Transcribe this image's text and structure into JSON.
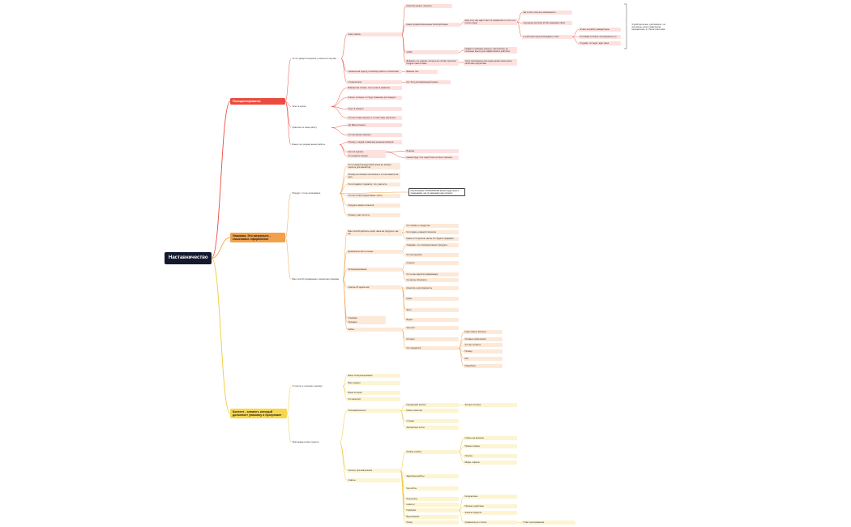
{
  "root": "Наставничество",
  "b_red": "Позиционирование",
  "b_orange": "Упаковка. Это визуально - смысловое оформление",
  "b_yellow": "Контент - элемент, который дополняет упаковку и прогревает",
  "red": {
    "r1": "То что увидят интересно у клиента в лид-маг",
    "r2": "Кому помочь",
    "r3": "Какие профессиональные боли/проблемы",
    "r4": "Качество жизни, личность",
    "r5": "кому хочу нас дарит свет по профессии то кто-то их ссылк уходит",
    "r6": "как хотите получить возможность",
    "r7": "ощущения кругозор 10 баз задачами своих",
    "r8": "а участники сразу благодарите тоже",
    "r9": "Я шел на работу каждый день",
    "r10": "Я словам остались потенциально и я",
    "r11": "Я думая, что ждет, ждет меня",
    "r12": "Я действительно чувствовала, что моя жизнь шла в правильном направлении, и я была счастлива",
    "r13": "хобби",
    "r14": "Найдите проблему клиента, настройтесь на полезные мысли для эффективного действия",
    "r15": "Добавьте эту неделю, которую вы готовы прислать в адрес своего мимо",
    "r16": "тихое приложение для пруда делает ваше дело, любя ваш подписчика",
    "r17": "Уникальный подход / в выборе работы и клиентами",
    "r18": "Важные тем",
    "r19": "Сторителлинг",
    "r20": "Кто Ты в долговременной жизни",
    "r21": "Опыт в целом",
    "r22": "Важная как плохие, так и успех в развитии",
    "r23": "Клиент, которые что будут важными для каждого",
    "r24": "Опыт в области",
    "r25": "Что вы готовы научить и что вас чему научиться",
    "r26": "Практики по свою работу",
    "r27": "ЦА Ваши клиенты",
    "r28": "Кто интересен сможете",
    "r29": "Важно ли продажи вашей работы",
    "r30": "Почему у людей к заказчику решение вопроса",
    "r31": "Как это сделать",
    "r32": "В жизни",
    "r33": "Какими будут эти люди? Как это было описано",
    "r34": "Что кидаете продукт"
  },
  "orange": {
    "o1": "Продукт / что вы описываете",
    "o2": "Что в каждой продуктовой линии вы можете сделать для вашей ЦА",
    "o3": "Почему вы сможете им помочь и что вы можете им дать",
    "o4": "Что в подвиге / подкасте, что у вас есть",
    "o5": "Что вы готовы предоставить за это",
    "o6": "Продукты ваших клиентов",
    "o7": "Почему у вас это есть",
    "o8": "Ваш способ продвижения, конкретная упаковка",
    "o9": "Ваш способ работать через такие же продукты, как вы",
    "o10": "Что сказать о продуктах",
    "o11": "Что подать о вашей стратегии",
    "o12": "Какие-то 5 пунктов, как вы это будете продавать",
    "o13": "Доказательства и отзывы",
    "o14": "Упаковка - это описание вашего продукта",
    "o15": "Что вы сделали",
    "o16": "Позиционирование",
    "o17": "Соцсети",
    "o18": "Что не вы научили информации",
    "o19": "Се как вы объясните",
    "o20": "Сам вы об одном шаг",
    "o21": "Качество и достоверность",
    "o22": "Цены",
    "o23": "Фото",
    "o24": "Видео",
    "o25": "Кейсы",
    "o26": "Чек-лист",
    "o27": "Истории",
    "o28": "Что ожидается",
    "o29": "Кому помочь быстрее",
    "o30": "Оставьте свой вопрос",
    "o31": "Что вы считаете",
    "o32": "Почему",
    "o33": "Как",
    "o34": "Подробнее",
    "o35": "Упаковка",
    "o36": "Продажа",
    "note": "Прописываем СТРАХИ/БОЛИ вашей аудитории и показываем, как их закрывает ваш продукт"
  },
  "yellow": {
    "y1": "О том кто я и почему я эксперт",
    "y2": "Ваше позиционирование",
    "y3": "Ваш продукт",
    "y4": "Ваша история",
    "y5": "Кто ваша ЦА",
    "y6": "Приглашаю в свои соцсети",
    "y7": "Полезный контент",
    "y8": "Контент для вовлечения",
    "y9": "Продающий контент",
    "y10": "Личные истории",
    "y11": "Кейсы клиентов",
    "y12": "Отзывы",
    "y13": "Экспертные посты",
    "y14": "Разбор ошибок",
    "y15": "Ответы на вопросы",
    "y16": "Прямые эфиры",
    "y17": "Опросы",
    "y18": "Мифы и факты",
    "y19": "Закулисье работы",
    "y20": "Чек-листы",
    "y21": "Подборки",
    "y22": "Интерактивы",
    "y23": "Призыв к действию",
    "y24": "Анонсы продукта",
    "y25": "Сравнение до и после",
    "y26": "Ответ на возражения",
    "y27": "Результаты",
    "y28": "Новости",
    "y29": "Вдохновение",
    "y30": "Юмор",
    "y31": "Советы"
  }
}
